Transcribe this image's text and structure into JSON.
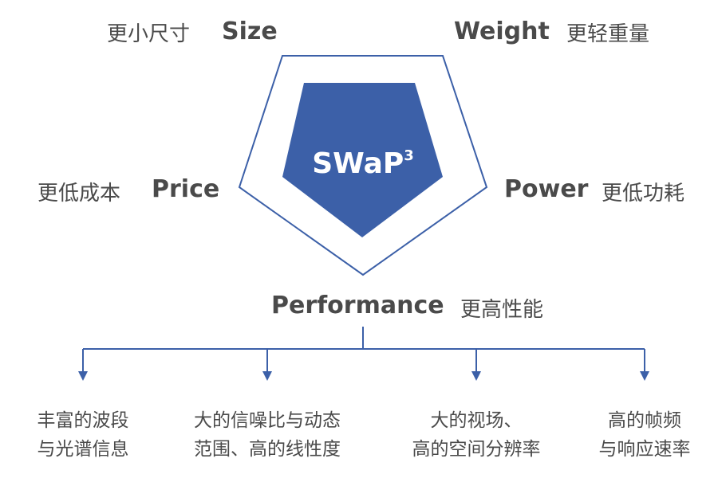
{
  "diagram": {
    "center": {
      "main": "SWaP",
      "superscript": "3"
    },
    "corners": {
      "size": {
        "en": "Size",
        "cn": "更小尺寸"
      },
      "weight": {
        "en": "Weight",
        "cn": "更轻重量"
      },
      "price": {
        "en": "Price",
        "cn": "更低成本"
      },
      "power": {
        "en": "Power",
        "cn": "更低功耗"
      },
      "performance": {
        "en": "Performance",
        "cn": "更高性能"
      }
    },
    "leaves": [
      {
        "line1": "丰富的波段",
        "line2": "与光谱信息"
      },
      {
        "line1": "大的信噪比与动态",
        "line2": "范围、高的线性度"
      },
      {
        "line1": "大的视场、",
        "line2": "高的空间分辨率"
      },
      {
        "line1": "高的帧频",
        "line2": "与响应速率"
      }
    ],
    "colors": {
      "fill": "#3c60a8",
      "outline": "#3c60a8",
      "text": "#4a4a4a"
    }
  }
}
